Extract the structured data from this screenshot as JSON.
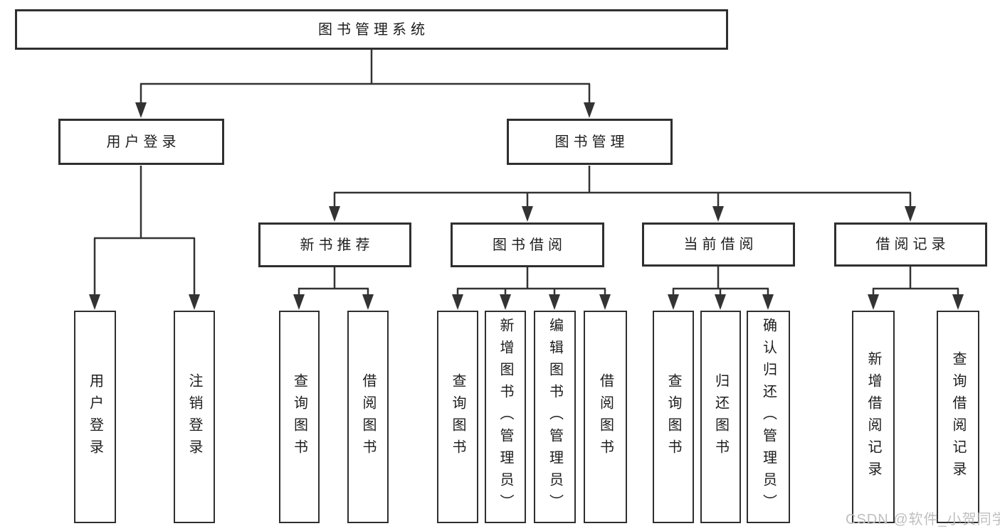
{
  "diagram": {
    "type": "hierarchy-tree",
    "nodes": {
      "root": "图书管理系统",
      "user_login": "用户登录",
      "book_mgmt": "图书管理",
      "new_books": "新书推荐",
      "book_borrow": "图书借阅",
      "current_borrow": "当前借阅",
      "borrow_records": "借阅记录",
      "leaf_user_login": "用户登录",
      "leaf_logout": "注销登录",
      "leaf_nb_query": "查询图书",
      "leaf_nb_borrow": "借阅图书",
      "leaf_bb_query": "查询图书",
      "leaf_bb_add": "新增图书（管理员）",
      "leaf_bb_edit": "编辑图书（管理员）",
      "leaf_bb_borrow": "借阅图书",
      "leaf_cb_query": "查询图书",
      "leaf_cb_return": "归还图书",
      "leaf_cb_confirm": "确认归还（管理员）",
      "leaf_br_add": "新增借阅记录",
      "leaf_br_query": "查询借阅记录"
    },
    "edges": [
      [
        "root",
        "user_login"
      ],
      [
        "root",
        "book_mgmt"
      ],
      [
        "user_login",
        "leaf_user_login"
      ],
      [
        "user_login",
        "leaf_logout"
      ],
      [
        "book_mgmt",
        "new_books"
      ],
      [
        "book_mgmt",
        "book_borrow"
      ],
      [
        "book_mgmt",
        "current_borrow"
      ],
      [
        "book_mgmt",
        "borrow_records"
      ],
      [
        "new_books",
        "leaf_nb_query"
      ],
      [
        "new_books",
        "leaf_nb_borrow"
      ],
      [
        "book_borrow",
        "leaf_bb_query"
      ],
      [
        "book_borrow",
        "leaf_bb_add"
      ],
      [
        "book_borrow",
        "leaf_bb_edit"
      ],
      [
        "book_borrow",
        "leaf_bb_borrow"
      ],
      [
        "current_borrow",
        "leaf_cb_query"
      ],
      [
        "current_borrow",
        "leaf_cb_return"
      ],
      [
        "current_borrow",
        "leaf_cb_confirm"
      ],
      [
        "borrow_records",
        "leaf_br_add"
      ],
      [
        "borrow_records",
        "leaf_br_query"
      ]
    ],
    "colors": {
      "border": "#2f2f2f",
      "line": "#333333",
      "text": "#1d1d1d",
      "watermark": "#bfbfbf",
      "background": "#ffffff"
    }
  },
  "watermark": "CSDN @软件_小贺同学"
}
